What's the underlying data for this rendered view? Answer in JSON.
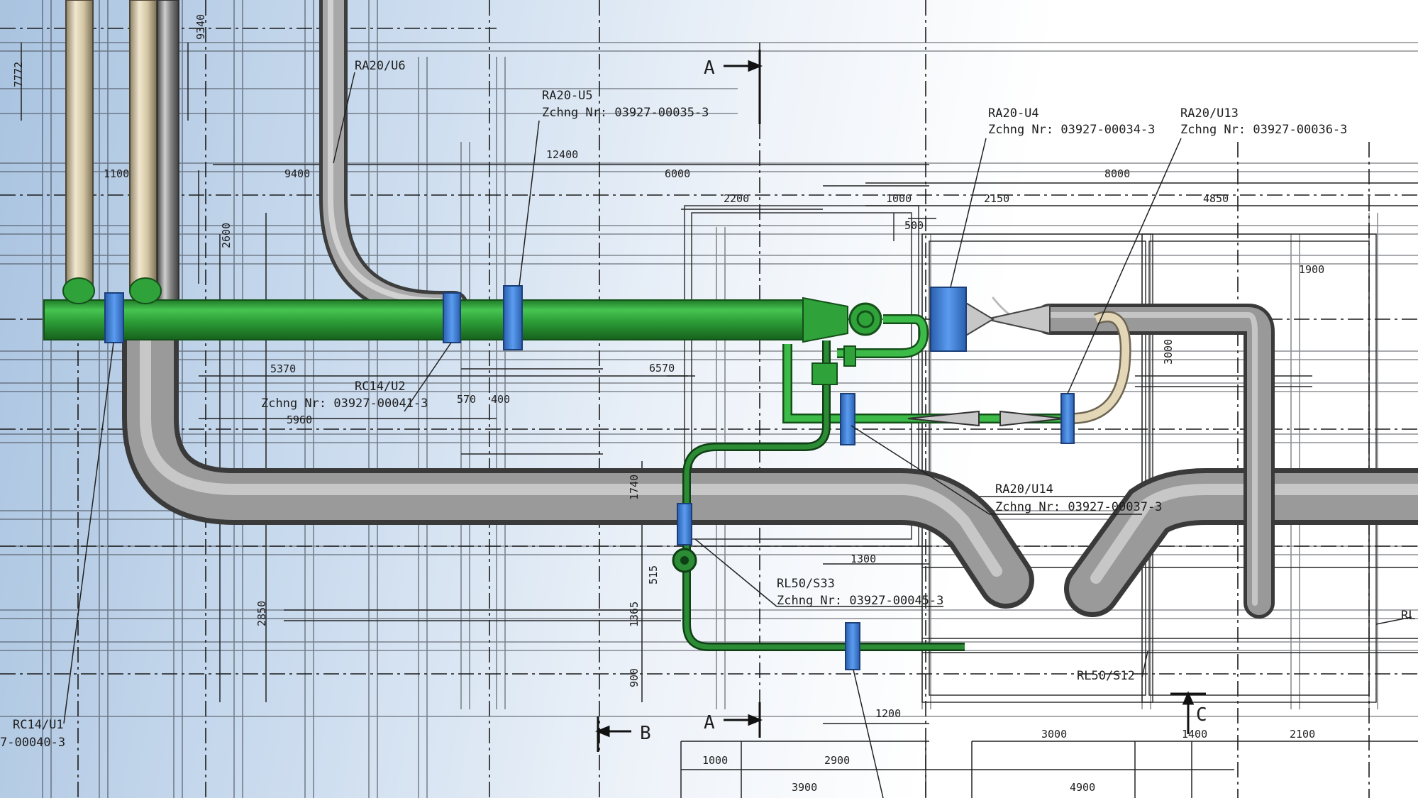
{
  "colors": {
    "green_pipe": "#2fa33a",
    "green_pipe_dark": "#1d6f24",
    "grey_pipe": "#7d7d7d",
    "beige_pipe": "#d9ccae",
    "clamp_blue": "#3f7fd6",
    "line": "#262626"
  },
  "section_marks": {
    "a_top": "A",
    "a_bottom": "A",
    "b": "B",
    "c": "C"
  },
  "callouts": {
    "ra20_u6": "RA20/U6",
    "ra20_u5_name": "RA20-U5",
    "ra20_u5_dwg": "Zchng Nr: 03927-00035-3",
    "ra20_u4_name": "RA20-U4",
    "ra20_u4_dwg": "Zchng Nr: 03927-00034-3",
    "ra20_u13_name": "RA20/U13",
    "ra20_u13_dwg": "Zchng Nr: 03927-00036-3",
    "rc14_u2_name": "RC14/U2",
    "rc14_u2_dwg": "Zchng Nr: 03927-00041-3",
    "ra20_u14_name": "RA20/U14",
    "ra20_u14_dwg": "Zchng Nr: 03927-00037-3",
    "rl50_s33_name": "RL50/S33",
    "rl50_s33_dwg": "Zchng Nr: 03927-00045-3",
    "rl50_s12": "RL50/S12",
    "rc14_u1_name": "RC14/U1",
    "rc14_u1_dwg": "7-00040-3",
    "rl_edge": "RL"
  },
  "dimensions": {
    "d7772": "7772",
    "d9340": "9340",
    "d1100": "1100",
    "d9400": "9400",
    "d2600": "2600",
    "d12400": "12400",
    "d6000": "6000",
    "d2200": "2200",
    "d1000_top": "1000",
    "d500": "500",
    "d2150": "2150",
    "d8000": "8000",
    "d4850": "4850",
    "d1900": "1900",
    "d3000_v": "3000",
    "d5370": "5370",
    "d5960": "5960",
    "d570": "570",
    "d400": "400",
    "d6570": "6570",
    "d1740": "1740",
    "d1300": "1300",
    "d2850": "2850",
    "d515": "515",
    "d1365": "1365",
    "d900": "900",
    "d1200": "1200",
    "d3000_h": "3000",
    "d1400": "1400",
    "d2100": "2100",
    "d1000_bot": "1000",
    "d2900": "2900",
    "d3900": "3900",
    "d4900": "4900"
  }
}
